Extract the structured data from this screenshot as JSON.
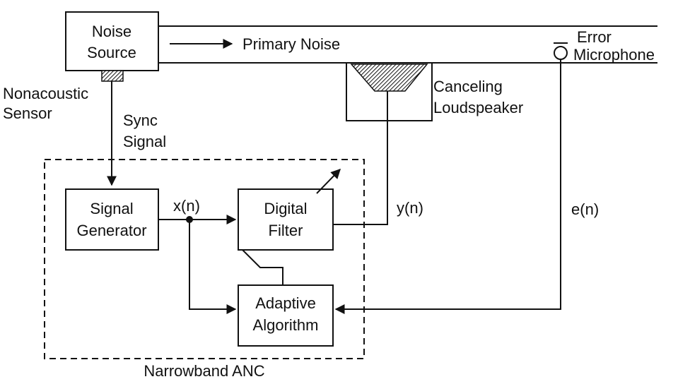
{
  "noise_source": {
    "line1": "Noise",
    "line2": "Source"
  },
  "primary_noise": "Primary Noise",
  "error_microphone": {
    "line1": "Error",
    "line2": "Microphone"
  },
  "canceling_loudspeaker": {
    "line1": "Canceling",
    "line2": "Loudspeaker"
  },
  "nonacoustic_sensor": {
    "line1": "Nonacoustic",
    "line2": "Sensor"
  },
  "sync_signal": {
    "line1": "Sync",
    "line2": "Signal"
  },
  "signal_generator": {
    "line1": "Signal",
    "line2": "Generator"
  },
  "digital_filter": {
    "line1": "Digital",
    "line2": "Filter"
  },
  "adaptive_algorithm": {
    "line1": "Adaptive",
    "line2": "Algorithm"
  },
  "x_signal": {
    "var": "x",
    "open": "(",
    "index": "n",
    "close": ")"
  },
  "y_signal": {
    "var": "y",
    "open": "(",
    "index": "n",
    "close": ")"
  },
  "e_signal": {
    "var": "e",
    "open": "(",
    "index": "n",
    "close": ")"
  },
  "narrowband_anc": "Narrowband ANC"
}
